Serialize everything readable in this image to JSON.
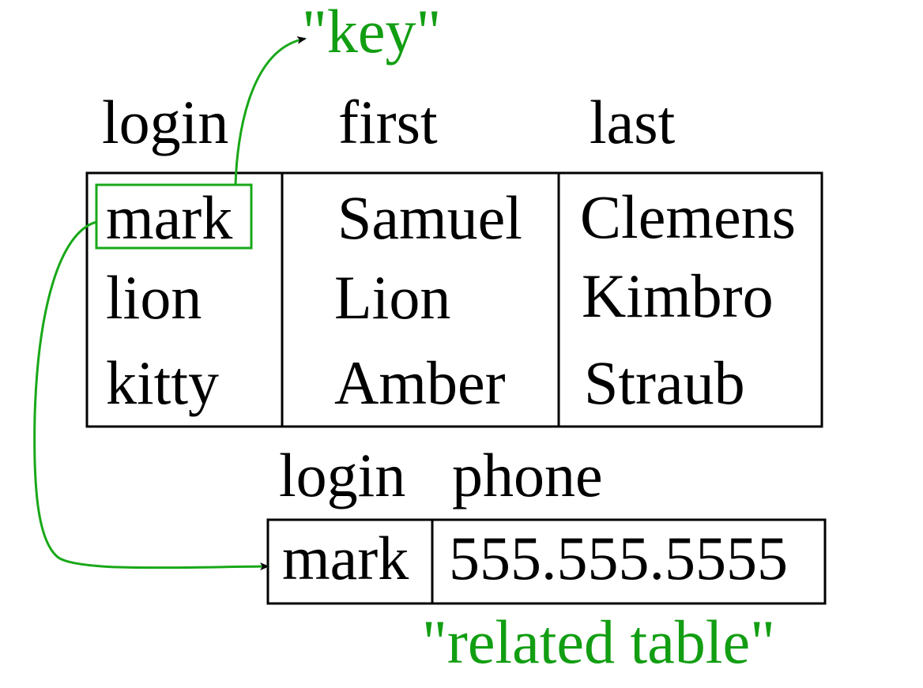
{
  "annotations": {
    "key_label": "\"key\"",
    "related_label": "\"related table\""
  },
  "users_table": {
    "headers": {
      "login": "login",
      "first": "first",
      "last": "last"
    },
    "rows": [
      {
        "login": "mark",
        "first": "Samuel",
        "last": "Clemens"
      },
      {
        "login": "lion",
        "first": "Lion",
        "last": "Kimbro"
      },
      {
        "login": "kitty",
        "first": "Amber",
        "last": "Straub"
      }
    ]
  },
  "phone_table": {
    "headers": {
      "login": "login",
      "phone": "phone"
    },
    "rows": [
      {
        "login": "mark",
        "phone": "555.555.5555"
      }
    ]
  },
  "colors": {
    "annotation": "#129e12",
    "link": "#18a818",
    "text": "#000000"
  }
}
